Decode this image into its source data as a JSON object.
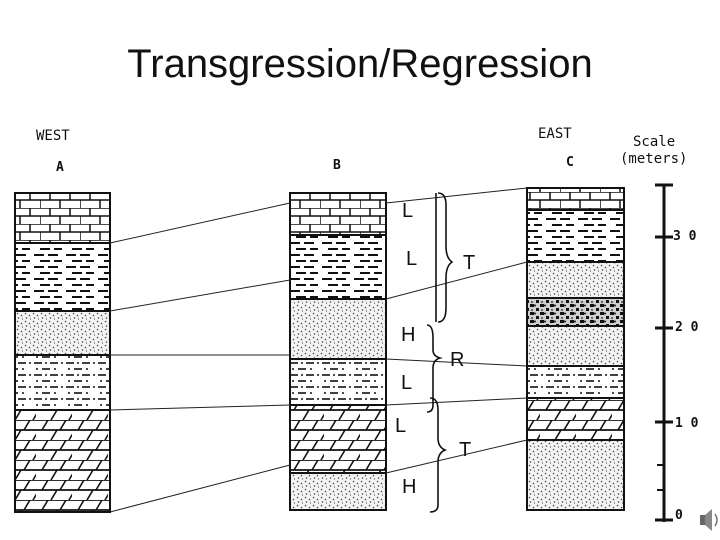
{
  "title": "Transgression/Regression",
  "columns": {
    "west_label": "WEST",
    "east_label": "EAST",
    "a_label": "A",
    "b_label": "B",
    "c_label": "C"
  },
  "scale": {
    "label_line1": "Scale",
    "label_line2": "(meters)",
    "ticks": [
      "3 0",
      "2 0",
      "1 0",
      "0"
    ]
  },
  "annotations": {
    "column_b": [
      "L",
      "L",
      "H",
      "L",
      "L",
      "H"
    ],
    "brackets": [
      "T",
      "R",
      "T"
    ]
  },
  "colors": {
    "ink": "#111111",
    "background": "#ffffff"
  }
}
